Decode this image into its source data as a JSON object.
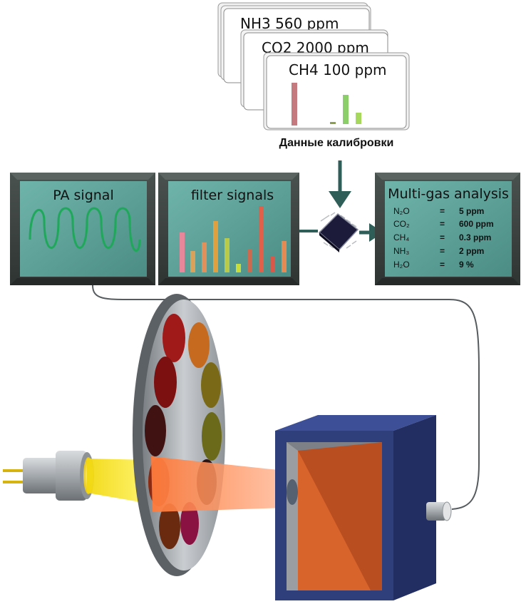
{
  "calibration": {
    "cards": [
      {
        "label": "NH3 560 ppm"
      },
      {
        "label": "CO2 2000 ppm"
      },
      {
        "label": "CH4 100 ppm"
      }
    ],
    "caption": "Данные калибровки"
  },
  "screens": {
    "pa_signal": {
      "title": "PA signal"
    },
    "filter_signals": {
      "title": "filter signals"
    },
    "multi_gas": {
      "title": "Multi-gas analysis",
      "rows": [
        {
          "gas": "N₂O",
          "eq": "=",
          "value": "5 ppm"
        },
        {
          "gas": "CO₂",
          "eq": "=",
          "value": "600 ppm"
        },
        {
          "gas": "CH₄",
          "eq": "=",
          "value": "0.3 ppm"
        },
        {
          "gas": "NH₃",
          "eq": "=",
          "value": "2 ppm"
        },
        {
          "gas": "H₂O",
          "eq": "=",
          "value": "9 %"
        }
      ]
    }
  },
  "colors": {
    "screen_bg": "#5a9e96",
    "monitor_frame": "#3c4341",
    "wave": "#1fa85a",
    "arrow": "#2f5e58",
    "beam_yellow": "#f4e21e",
    "beam_orange": "#ff8c52",
    "cell_blue": "#2f3f7c",
    "cell_orange": "#d8642c"
  }
}
